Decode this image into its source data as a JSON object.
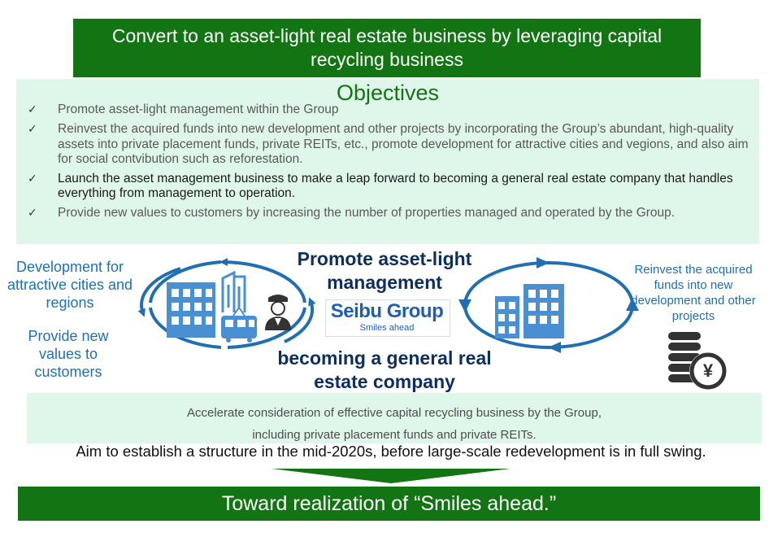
{
  "header": {
    "title": "Convert to an asset-light real estate business by leveraging capital recycling business"
  },
  "objectives": {
    "title": "Objectives",
    "items": [
      {
        "check": "✓",
        "text": "Promote asset-light management within the Group"
      },
      {
        "check": "✓",
        "text": "Reinvest the acquired funds into new development and other projects by incorporating the Group’s abundant, high-quality assets into private placement funds, private REITs, etc., promote development for attractive cities and vegions, and also aim for social contvibution such as reforestation."
      },
      {
        "check": "✓",
        "text": "Launch the asset management business to make a leap forward to becoming a general real estate company that handles everything from management to operation."
      },
      {
        "check": "✓",
        "text": "Provide new values to customers by increasing the number of properties managed and operated by the Group."
      }
    ]
  },
  "diagram": {
    "left_label_1": "Development for attractive cities and regions",
    "left_label_2": "Provide new values to customers",
    "center_top": "Promote asset-light management",
    "center_bottom": "becoming a general real estate company",
    "right_label": "Reinvest the acquired funds into new development and other projects",
    "logo_main": "Seibu Group",
    "logo_sub": "Smiles ahead",
    "coin_symbol": "¥",
    "icons": [
      "office-building-icon",
      "train-icon",
      "station-staff-icon",
      "coin-stack-icon",
      "yen-coin-icon",
      "cycle-arrow-icon"
    ],
    "colors": {
      "green": "#137413",
      "light_green": "#dff6eb",
      "blue": "#1f6fb2",
      "navy": "#0d2f5f",
      "building_blue": "#4a8fd1"
    }
  },
  "accelerate": {
    "line1": "Accelerate consideration of effective capital recycling business by the Group,",
    "line2": "including private placement funds and  private REITs."
  },
  "aim": "Aim to establish a structure in the mid-2020s, before large-scale redevelopment is in full swing.",
  "footer": {
    "title": "Toward realization of “Smiles ahead.”"
  }
}
